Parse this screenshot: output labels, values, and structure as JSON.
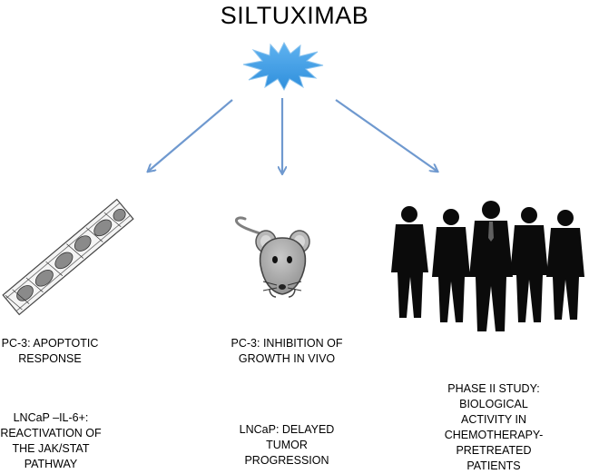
{
  "title": "SILTUXIMAB",
  "colors": {
    "starburst": "#3a9ce6",
    "starburst_edge": "#6fb4e8",
    "arrow": "#6f99cf",
    "silhouette": "#0b0b0b",
    "mouse": "#a8a8a8"
  },
  "icons": [
    "starburst-icon",
    "cell-tissue-image",
    "mouse-icon",
    "people-silhouettes-image"
  ],
  "columns": [
    {
      "top": "PC-3: APOPTOTIC\nRESPONSE",
      "bottom": "LNCaP –IL-6+:\nREACTIVATION OF\nTHE JAK/STAT\nPATHWAY"
    },
    {
      "top": "PC-3: INHIBITION OF\nGROWTH IN VIVO",
      "bottom": "LNCaP: DELAYED\nTUMOR\nPROGRESSION"
    },
    {
      "top": "PHASE II STUDY:\nBIOLOGICAL\nACTIVITY IN\nCHEMOTHERAPY-\nPRETREATED\nPATIENTS"
    }
  ]
}
